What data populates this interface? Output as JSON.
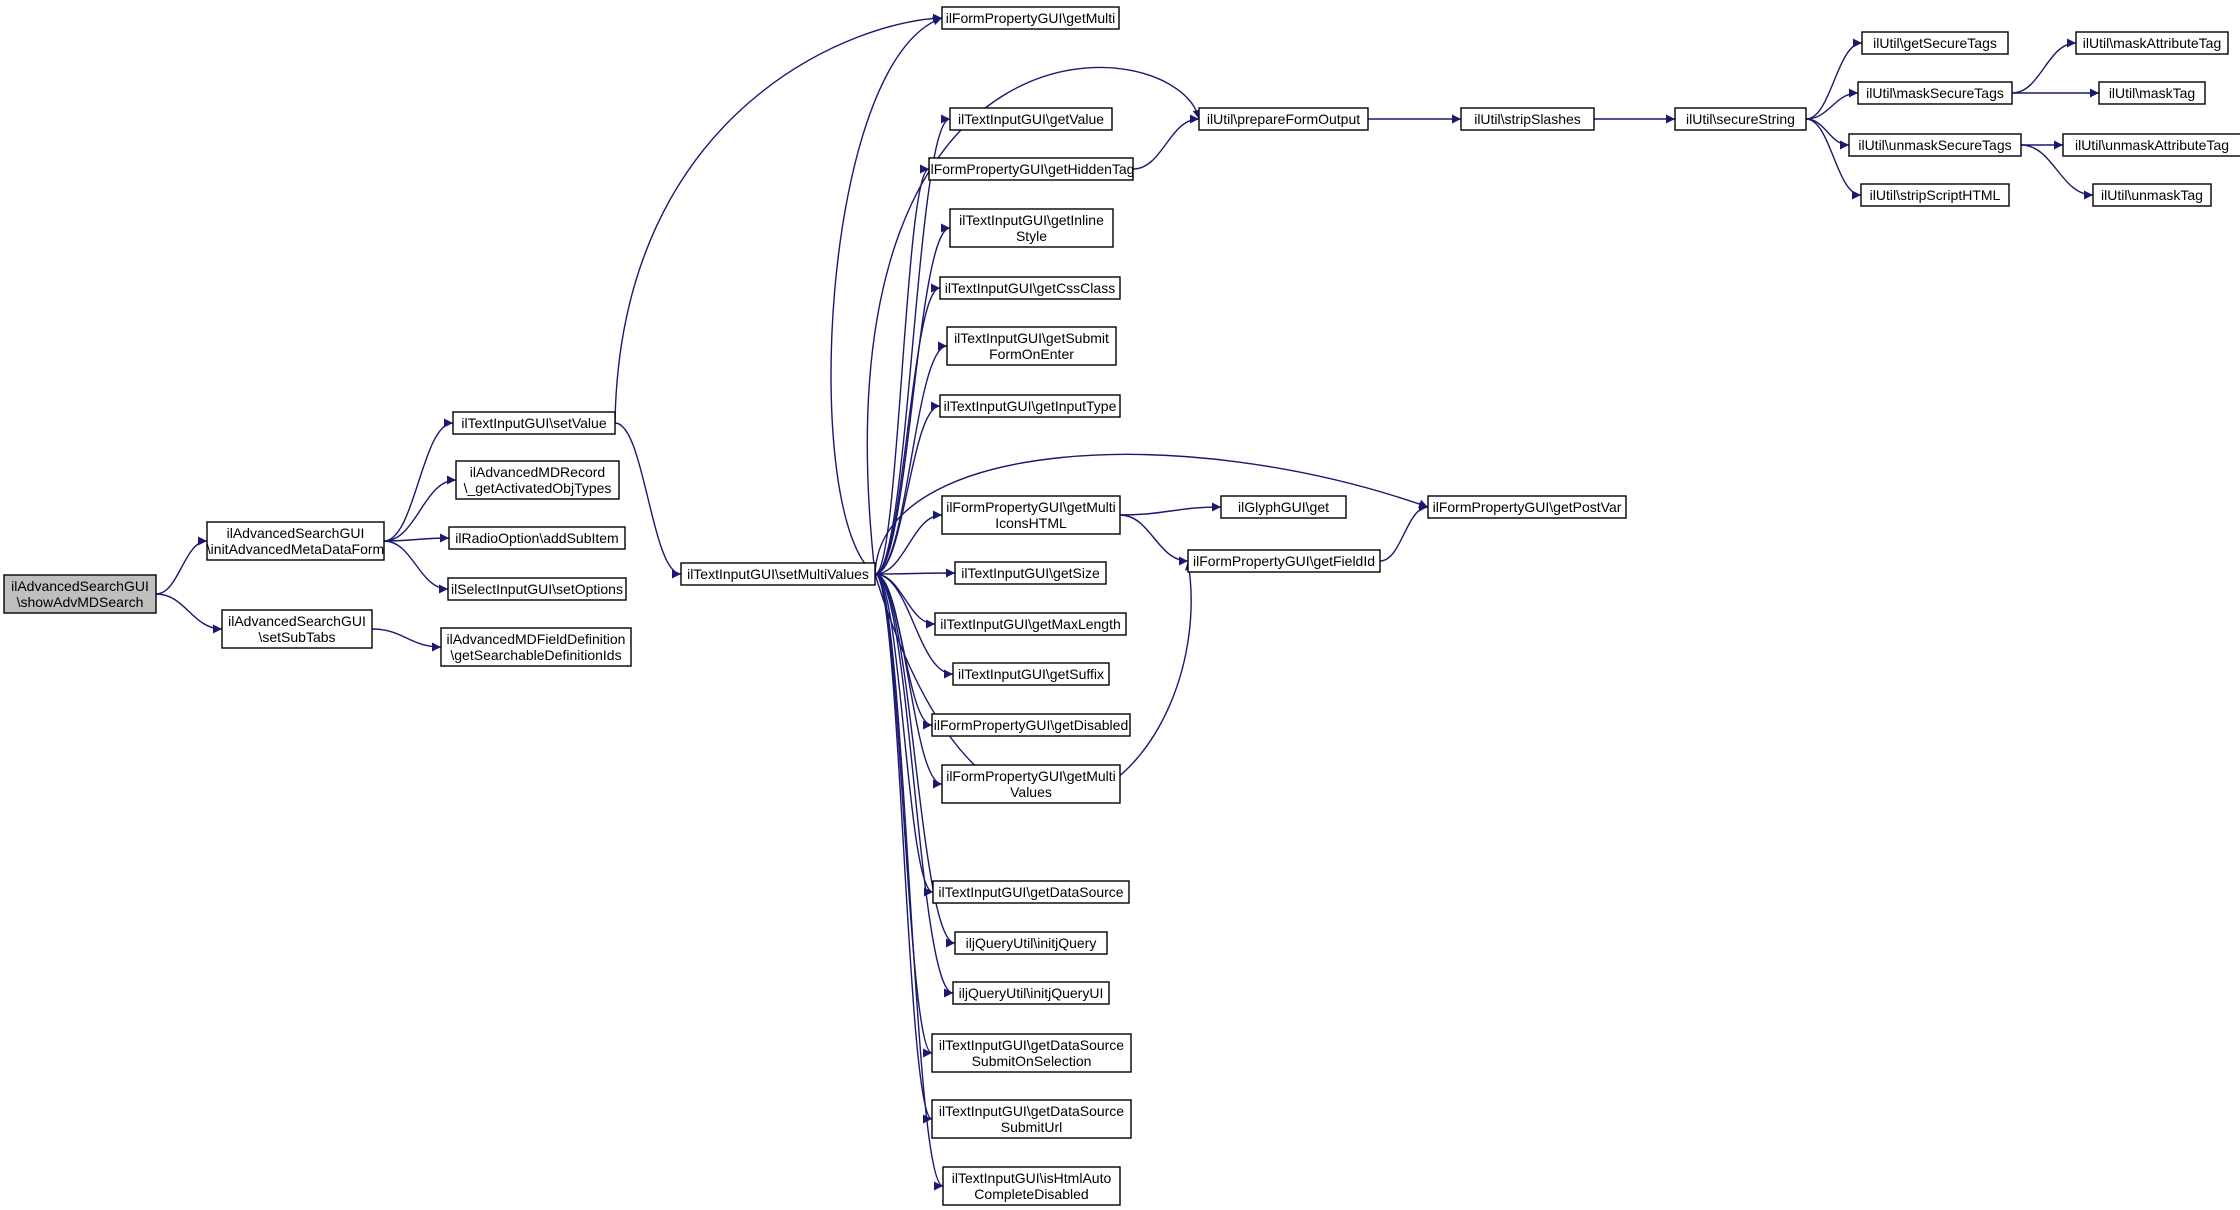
{
  "colors": {
    "edge": "#191970",
    "node_border": "#000000",
    "node_fill": "#ffffff",
    "root_fill": "#bfbfbf",
    "background": "#ffffff"
  },
  "nodes": [
    {
      "id": "showAdvMDSearch",
      "lines": [
        "ilAdvancedSearchGUI",
        "\\showAdvMDSearch"
      ],
      "root": true
    },
    {
      "id": "initAdvancedMetaDataForm",
      "lines": [
        "ilAdvancedSearchGUI",
        "\\initAdvancedMetaDataForm"
      ]
    },
    {
      "id": "setSubTabs",
      "lines": [
        "ilAdvancedSearchGUI",
        "\\setSubTabs"
      ]
    },
    {
      "id": "setValue",
      "lines": [
        "ilTextInputGUI\\setValue"
      ]
    },
    {
      "id": "getActivatedObjTypes",
      "lines": [
        "ilAdvancedMDRecord",
        "\\_getActivatedObjTypes"
      ]
    },
    {
      "id": "addSubItem",
      "lines": [
        "ilRadioOption\\addSubItem"
      ]
    },
    {
      "id": "setOptions",
      "lines": [
        "ilSelectInputGUI\\setOptions"
      ]
    },
    {
      "id": "getSearchableDefinitionIds",
      "lines": [
        "ilAdvancedMDFieldDefinition",
        "\\getSearchableDefinitionIds"
      ]
    },
    {
      "id": "setMultiValues",
      "lines": [
        "ilTextInputGUI\\setMultiValues"
      ]
    },
    {
      "id": "getMulti",
      "lines": [
        "ilFormPropertyGUI\\getMulti"
      ]
    },
    {
      "id": "getValue",
      "lines": [
        "ilTextInputGUI\\getValue"
      ]
    },
    {
      "id": "getHiddenTag",
      "lines": [
        "ilFormPropertyGUI\\getHiddenTag"
      ]
    },
    {
      "id": "getInlineStyle",
      "lines": [
        "ilTextInputGUI\\getInline",
        "Style"
      ]
    },
    {
      "id": "getCssClass",
      "lines": [
        "ilTextInputGUI\\getCssClass"
      ]
    },
    {
      "id": "getSubmitFormOnEnter",
      "lines": [
        "ilTextInputGUI\\getSubmit",
        "FormOnEnter"
      ]
    },
    {
      "id": "getInputType",
      "lines": [
        "ilTextInputGUI\\getInputType"
      ]
    },
    {
      "id": "getMultiIconsHTML",
      "lines": [
        "ilFormPropertyGUI\\getMulti",
        "IconsHTML"
      ]
    },
    {
      "id": "getSize",
      "lines": [
        "ilTextInputGUI\\getSize"
      ]
    },
    {
      "id": "getMaxLength",
      "lines": [
        "ilTextInputGUI\\getMaxLength"
      ]
    },
    {
      "id": "getSuffix",
      "lines": [
        "ilTextInputGUI\\getSuffix"
      ]
    },
    {
      "id": "getDisabled",
      "lines": [
        "ilFormPropertyGUI\\getDisabled"
      ]
    },
    {
      "id": "getMultiValues",
      "lines": [
        "ilFormPropertyGUI\\getMulti",
        "Values"
      ]
    },
    {
      "id": "getDataSource",
      "lines": [
        "ilTextInputGUI\\getDataSource"
      ]
    },
    {
      "id": "initjQuery",
      "lines": [
        "iljQueryUtil\\initjQuery"
      ]
    },
    {
      "id": "initjQueryUI",
      "lines": [
        "iljQueryUtil\\initjQueryUI"
      ]
    },
    {
      "id": "getDataSourceSubmitOnSelection",
      "lines": [
        "ilTextInputGUI\\getDataSource",
        "SubmitOnSelection"
      ]
    },
    {
      "id": "getDataSourceSubmitUrl",
      "lines": [
        "ilTextInputGUI\\getDataSource",
        "SubmitUrl"
      ]
    },
    {
      "id": "isHtmlAutoCompleteDisabled",
      "lines": [
        "ilTextInputGUI\\isHtmlAuto",
        "CompleteDisabled"
      ]
    },
    {
      "id": "prepareFormOutput",
      "lines": [
        "ilUtil\\prepareFormOutput"
      ]
    },
    {
      "id": "get",
      "lines": [
        "ilGlyphGUI\\get"
      ]
    },
    {
      "id": "getFieldId",
      "lines": [
        "ilFormPropertyGUI\\getFieldId"
      ]
    },
    {
      "id": "stripSlashes",
      "lines": [
        "ilUtil\\stripSlashes"
      ]
    },
    {
      "id": "getPostVar",
      "lines": [
        "ilFormPropertyGUI\\getPostVar"
      ]
    },
    {
      "id": "secureString",
      "lines": [
        "ilUtil\\secureString"
      ]
    },
    {
      "id": "getSecureTags",
      "lines": [
        "ilUtil\\getSecureTags"
      ]
    },
    {
      "id": "maskSecureTags",
      "lines": [
        "ilUtil\\maskSecureTags"
      ]
    },
    {
      "id": "unmaskSecureTags",
      "lines": [
        "ilUtil\\unmaskSecureTags"
      ]
    },
    {
      "id": "stripScriptHTML",
      "lines": [
        "ilUtil\\stripScriptHTML"
      ]
    },
    {
      "id": "maskAttributeTag",
      "lines": [
        "ilUtil\\maskAttributeTag"
      ]
    },
    {
      "id": "maskTag",
      "lines": [
        "ilUtil\\maskTag"
      ]
    },
    {
      "id": "unmaskAttributeTag",
      "lines": [
        "ilUtil\\unmaskAttributeTag"
      ]
    },
    {
      "id": "unmaskTag",
      "lines": [
        "ilUtil\\unmaskTag"
      ]
    }
  ],
  "edges": [
    [
      "showAdvMDSearch",
      "initAdvancedMetaDataForm"
    ],
    [
      "showAdvMDSearch",
      "setSubTabs"
    ],
    [
      "initAdvancedMetaDataForm",
      "setValue"
    ],
    [
      "initAdvancedMetaDataForm",
      "getActivatedObjTypes"
    ],
    [
      "initAdvancedMetaDataForm",
      "addSubItem"
    ],
    [
      "initAdvancedMetaDataForm",
      "setOptions"
    ],
    [
      "setSubTabs",
      "getSearchableDefinitionIds"
    ],
    [
      "setValue",
      "getMulti"
    ],
    [
      "setValue",
      "setMultiValues"
    ],
    [
      "setMultiValues",
      "getMulti"
    ],
    [
      "setMultiValues",
      "prepareFormOutput"
    ],
    [
      "setMultiValues",
      "getValue"
    ],
    [
      "setMultiValues",
      "getHiddenTag"
    ],
    [
      "setMultiValues",
      "getInlineStyle"
    ],
    [
      "setMultiValues",
      "getCssClass"
    ],
    [
      "setMultiValues",
      "getSubmitFormOnEnter"
    ],
    [
      "setMultiValues",
      "getInputType"
    ],
    [
      "setMultiValues",
      "getPostVar"
    ],
    [
      "setMultiValues",
      "getMultiIconsHTML"
    ],
    [
      "setMultiValues",
      "getSize"
    ],
    [
      "setMultiValues",
      "getMaxLength"
    ],
    [
      "setMultiValues",
      "getSuffix"
    ],
    [
      "setMultiValues",
      "getDisabled"
    ],
    [
      "setMultiValues",
      "getMultiValues"
    ],
    [
      "setMultiValues",
      "getFieldId"
    ],
    [
      "setMultiValues",
      "getDataSource"
    ],
    [
      "setMultiValues",
      "initjQuery"
    ],
    [
      "setMultiValues",
      "initjQueryUI"
    ],
    [
      "setMultiValues",
      "getDataSourceSubmitOnSelection"
    ],
    [
      "setMultiValues",
      "getDataSourceSubmitUrl"
    ],
    [
      "setMultiValues",
      "isHtmlAutoCompleteDisabled"
    ],
    [
      "getHiddenTag",
      "prepareFormOutput"
    ],
    [
      "getMultiIconsHTML",
      "get"
    ],
    [
      "getMultiIconsHTML",
      "getFieldId"
    ],
    [
      "getFieldId",
      "getPostVar"
    ],
    [
      "prepareFormOutput",
      "stripSlashes"
    ],
    [
      "stripSlashes",
      "secureString"
    ],
    [
      "secureString",
      "getSecureTags"
    ],
    [
      "secureString",
      "maskSecureTags"
    ],
    [
      "secureString",
      "unmaskSecureTags"
    ],
    [
      "secureString",
      "stripScriptHTML"
    ],
    [
      "maskSecureTags",
      "maskAttributeTag"
    ],
    [
      "maskSecureTags",
      "maskTag"
    ],
    [
      "unmaskSecureTags",
      "unmaskAttributeTag"
    ],
    [
      "unmaskSecureTags",
      "unmaskTag"
    ]
  ]
}
